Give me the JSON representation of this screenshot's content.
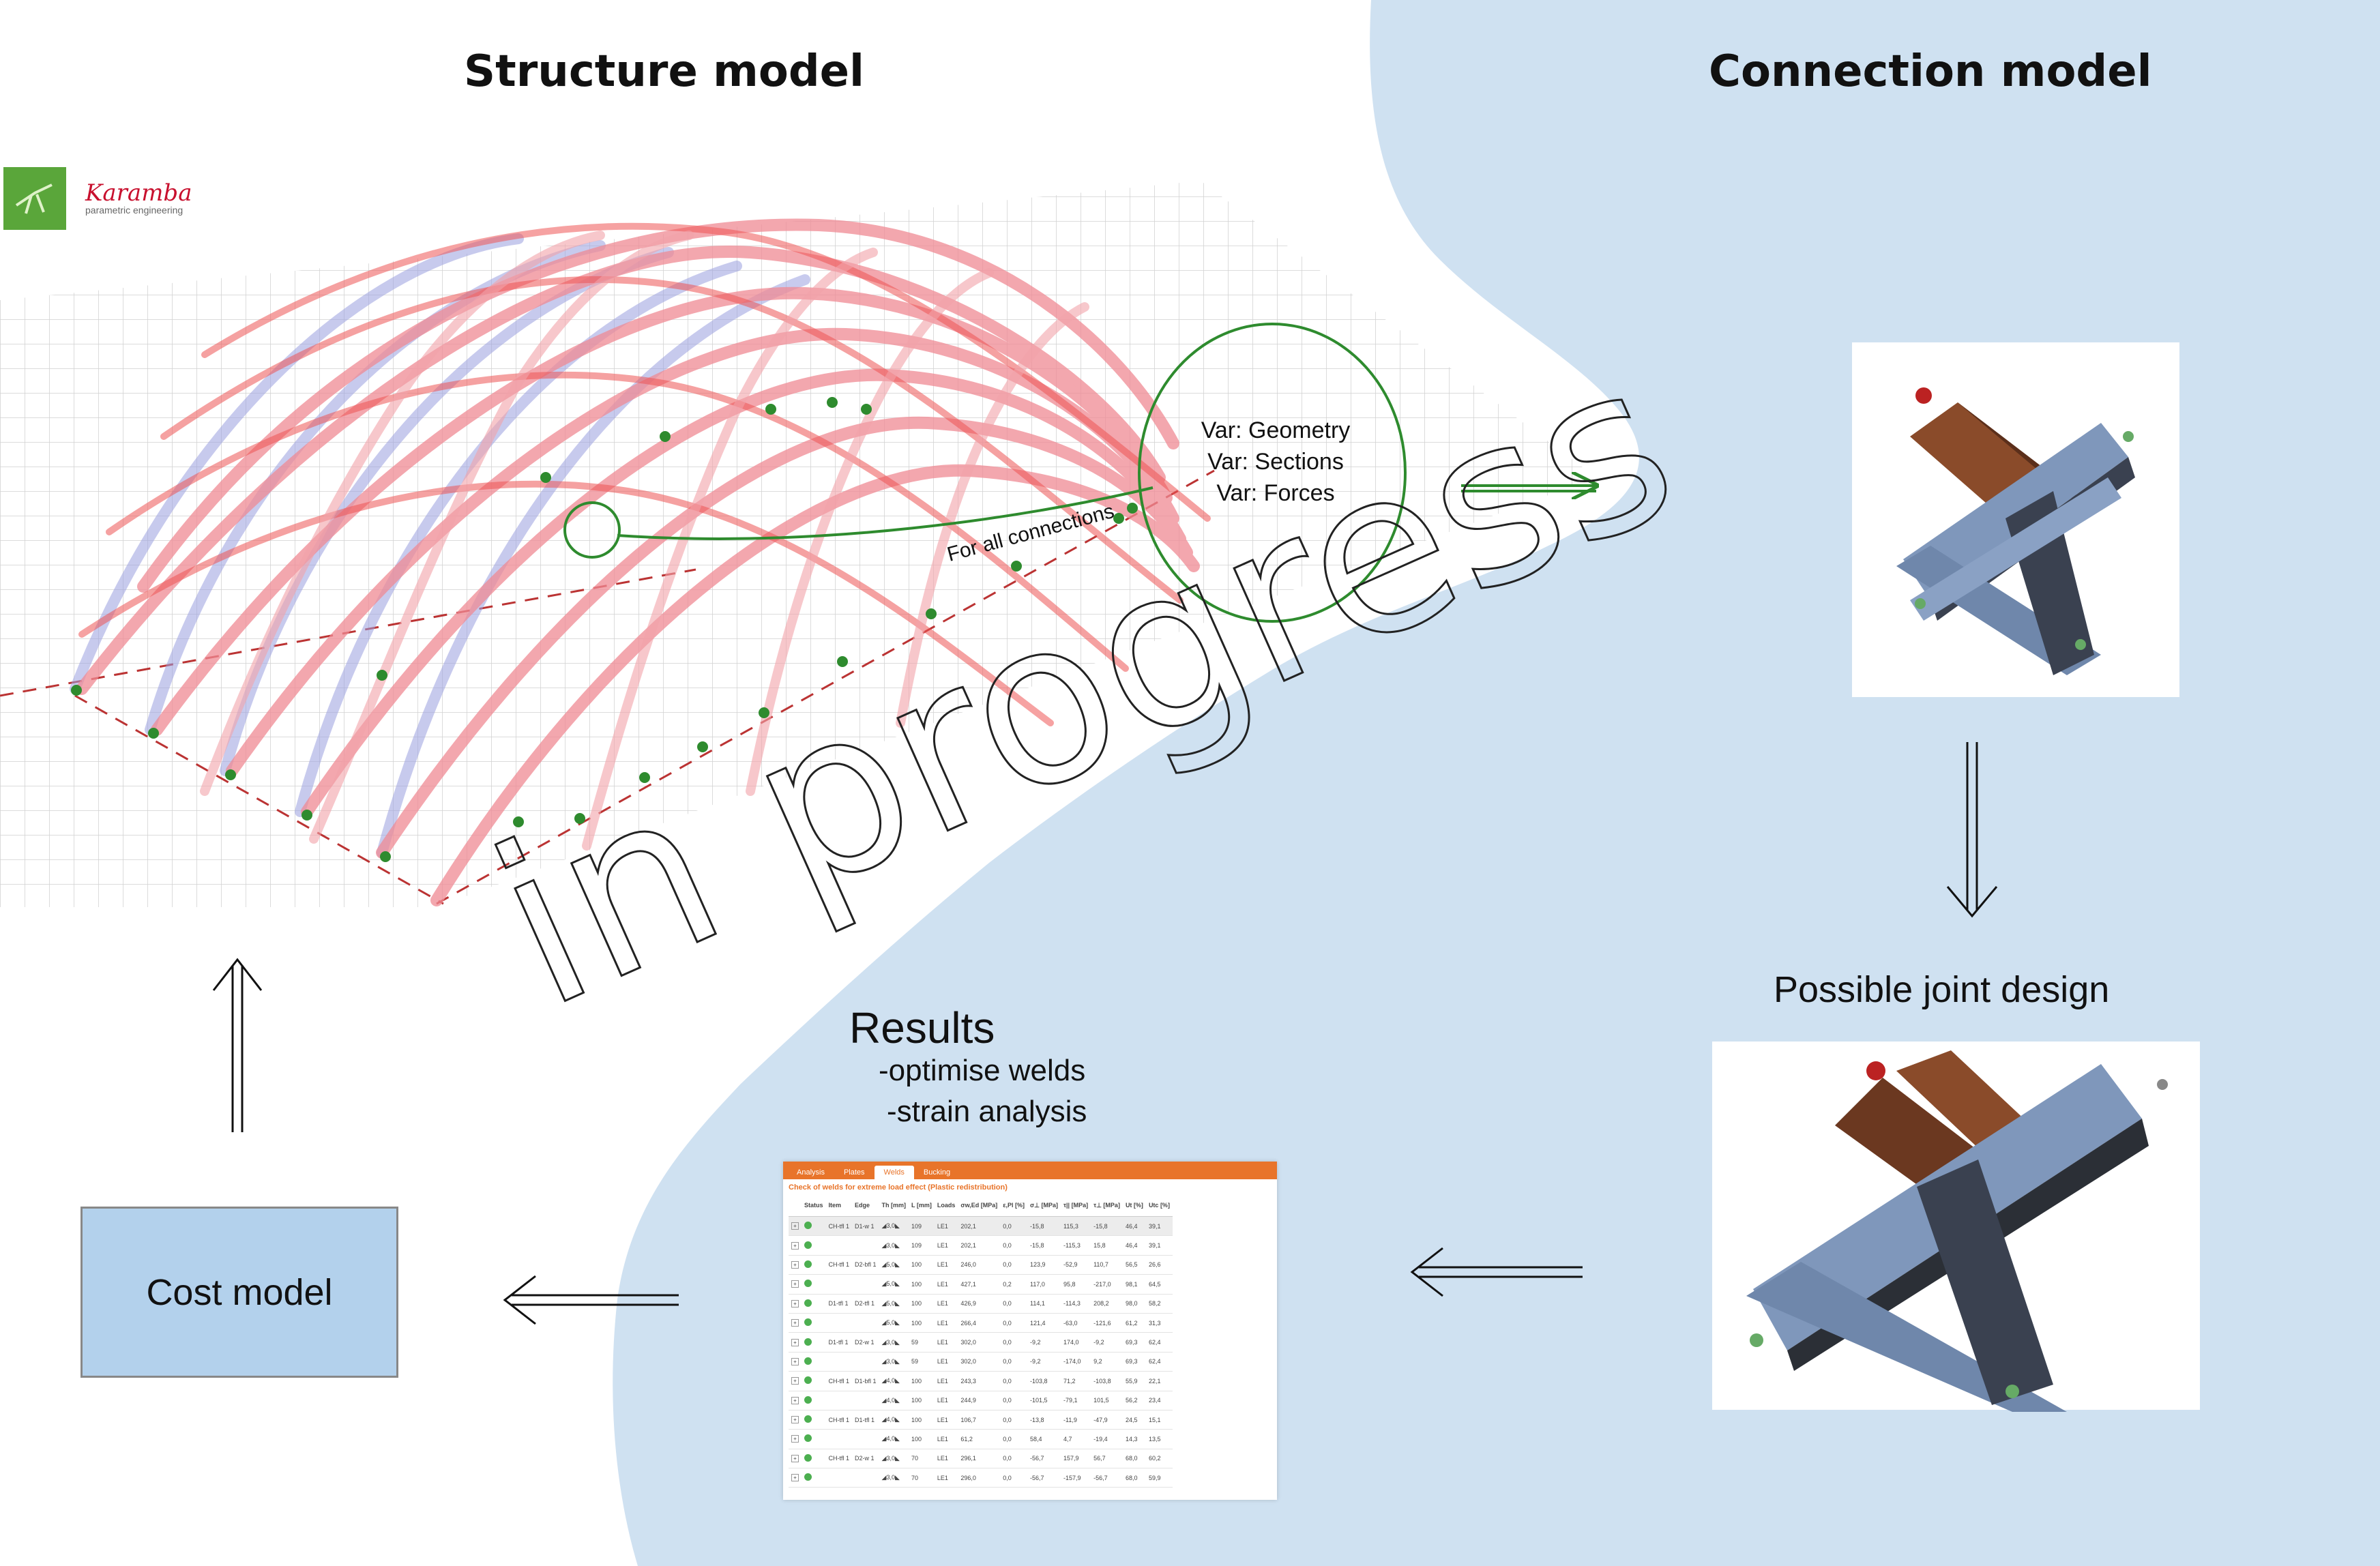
{
  "titles": {
    "structure": "Structure model",
    "connection": "Connection model"
  },
  "logo": {
    "name": "Karamba",
    "tagline": "parametric engineering",
    "icon": "grasshopper-logo-icon"
  },
  "vars": [
    "Var: Geometry",
    "Var: Sections",
    "Var: Forces"
  ],
  "for_all": "For all connections",
  "watermark": "in progress",
  "joint_label": "Possible joint design",
  "results": {
    "title": "Results",
    "items": [
      "-optimise welds",
      "-strain analysis"
    ]
  },
  "cost_label": "Cost model",
  "colors": {
    "bg_blue": "#cfe1f1",
    "cost_box": "#b3d1ec",
    "green": "#2e8b2e",
    "beam_pink": "#f08a94",
    "beam_blue": "#9aa0e0",
    "table_orange": "#e8742a"
  },
  "table": {
    "tabs": [
      "Analysis",
      "Plates",
      "Welds",
      "Bucking"
    ],
    "active_tab": "Welds",
    "heading": "Check of welds for extreme load effect (Plastic redistribution)",
    "columns": [
      "",
      "Status",
      "Item",
      "Edge",
      "Th [mm]",
      "L [mm]",
      "Loads",
      "σw,Ed [MPa]",
      "ε,Pl [%]",
      "σ⊥ [MPa]",
      "τ|| [MPa]",
      "τ⊥ [MPa]",
      "Ut [%]",
      "Utc [%]"
    ],
    "rows": [
      [
        "CH-tfl 1",
        "D1-w 1",
        "◢3,0◣",
        "109",
        "LE1",
        "202,1",
        "0,0",
        "-15,8",
        "115,3",
        "-15,8",
        "46,4",
        "39,1"
      ],
      [
        "",
        "",
        "◢3,0◣",
        "109",
        "LE1",
        "202,1",
        "0,0",
        "-15,8",
        "-115,3",
        "15,8",
        "46,4",
        "39,1"
      ],
      [
        "CH-tfl 1",
        "D2-bfl 1",
        "◢5,0◣",
        "100",
        "LE1",
        "246,0",
        "0,0",
        "123,9",
        "-52,9",
        "110,7",
        "56,5",
        "26,6"
      ],
      [
        "",
        "",
        "◢5,0◣",
        "100",
        "LE1",
        "427,1",
        "0,2",
        "117,0",
        "95,8",
        "-217,0",
        "98,1",
        "64,5"
      ],
      [
        "D1-tfl 1",
        "D2-tfl 1",
        "◢5,0◣",
        "100",
        "LE1",
        "426,9",
        "0,0",
        "114,1",
        "-114,3",
        "208,2",
        "98,0",
        "58,2"
      ],
      [
        "",
        "",
        "◢5,0◣",
        "100",
        "LE1",
        "266,4",
        "0,0",
        "121,4",
        "-63,0",
        "-121,6",
        "61,2",
        "31,3"
      ],
      [
        "D1-tfl 1",
        "D2-w 1",
        "◢3,0◣",
        "59",
        "LE1",
        "302,0",
        "0,0",
        "-9,2",
        "174,0",
        "-9,2",
        "69,3",
        "62,4"
      ],
      [
        "",
        "",
        "◢3,0◣",
        "59",
        "LE1",
        "302,0",
        "0,0",
        "-9,2",
        "-174,0",
        "9,2",
        "69,3",
        "62,4"
      ],
      [
        "CH-tfl 1",
        "D1-bfl 1",
        "◢4,0◣",
        "100",
        "LE1",
        "243,3",
        "0,0",
        "-103,8",
        "71,2",
        "-103,8",
        "55,9",
        "22,1"
      ],
      [
        "",
        "",
        "◢4,0◣",
        "100",
        "LE1",
        "244,9",
        "0,0",
        "-101,5",
        "-79,1",
        "101,5",
        "56,2",
        "23,4"
      ],
      [
        "CH-tfl 1",
        "D1-tfl 1",
        "◢4,0◣",
        "100",
        "LE1",
        "106,7",
        "0,0",
        "-13,8",
        "-11,9",
        "-47,9",
        "24,5",
        "15,1"
      ],
      [
        "",
        "",
        "◢4,0◣",
        "100",
        "LE1",
        "61,2",
        "0,0",
        "58,4",
        "4,7",
        "-19,4",
        "14,3",
        "13,5"
      ],
      [
        "CH-tfl 1",
        "D2-w 1",
        "◢3,0◣",
        "70",
        "LE1",
        "296,1",
        "0,0",
        "-56,7",
        "157,9",
        "56,7",
        "68,0",
        "60,2"
      ],
      [
        "",
        "",
        "◢3,0◣",
        "70",
        "LE1",
        "296,0",
        "0,0",
        "-56,7",
        "-157,9",
        "-56,7",
        "68,0",
        "59,9"
      ]
    ]
  }
}
